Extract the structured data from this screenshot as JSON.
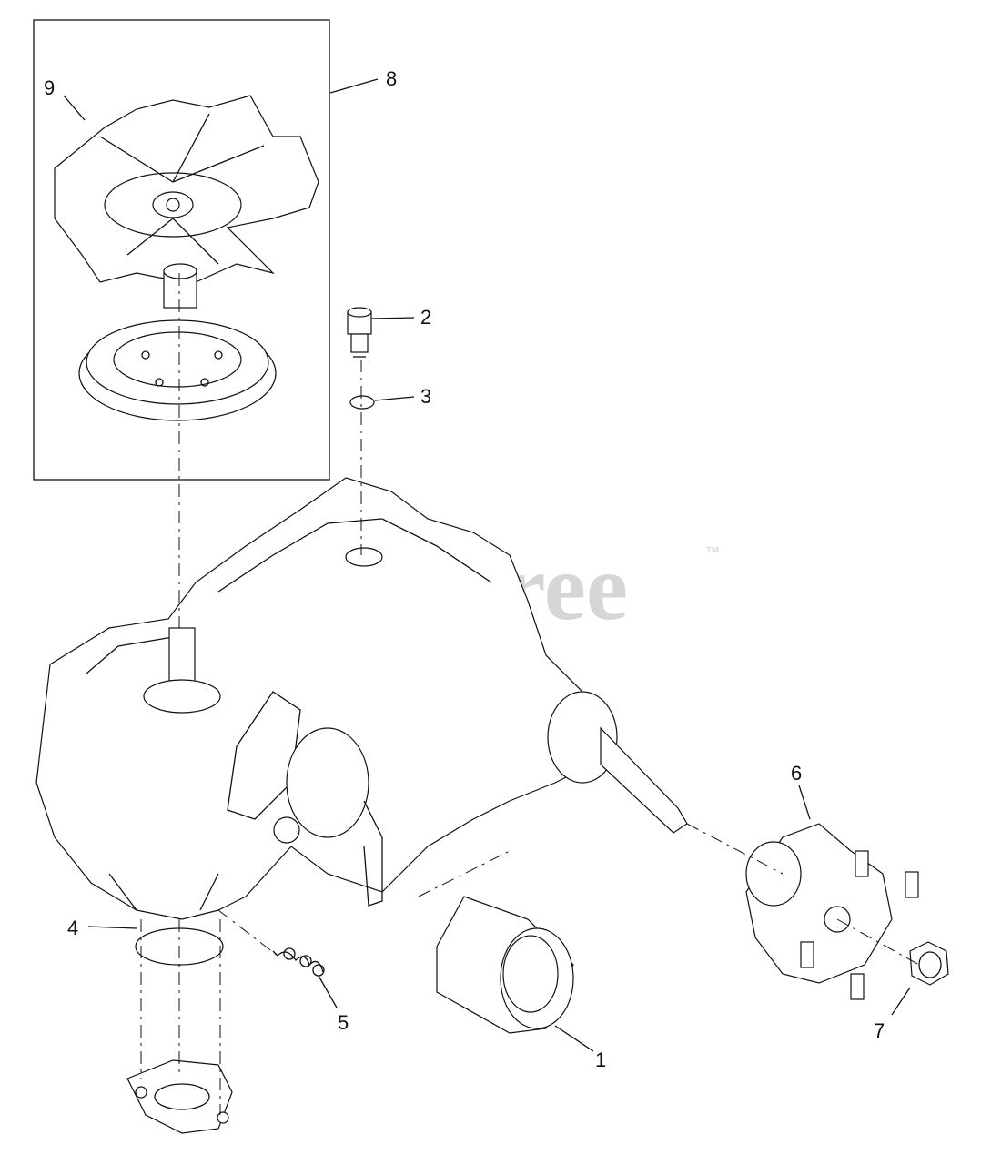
{
  "diagram": {
    "callouts": [
      "1",
      "2",
      "3",
      "4",
      "5",
      "6",
      "7",
      "8",
      "9"
    ]
  },
  "watermark": {
    "text": "PartsTree",
    "trademark": "™"
  }
}
